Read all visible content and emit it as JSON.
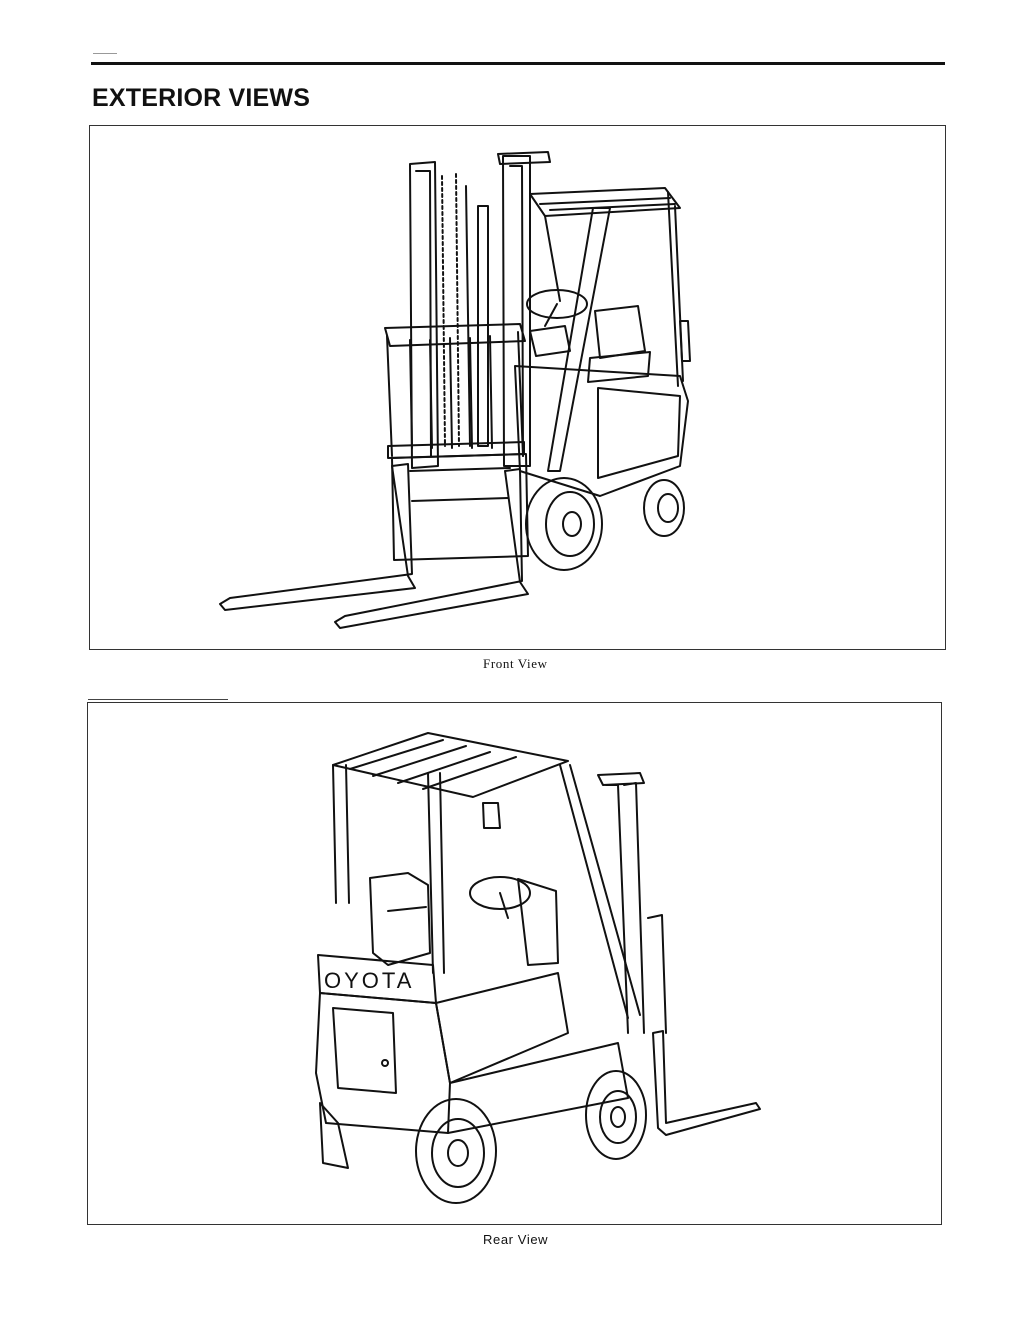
{
  "page": {
    "title": "EXTERIOR VIEWS"
  },
  "figures": [
    {
      "id": "front",
      "caption": "Front View",
      "subject": "forklift-front"
    },
    {
      "id": "rear",
      "caption": "Rear View",
      "subject": "forklift-rear",
      "badge_text": "OYOTA"
    }
  ]
}
